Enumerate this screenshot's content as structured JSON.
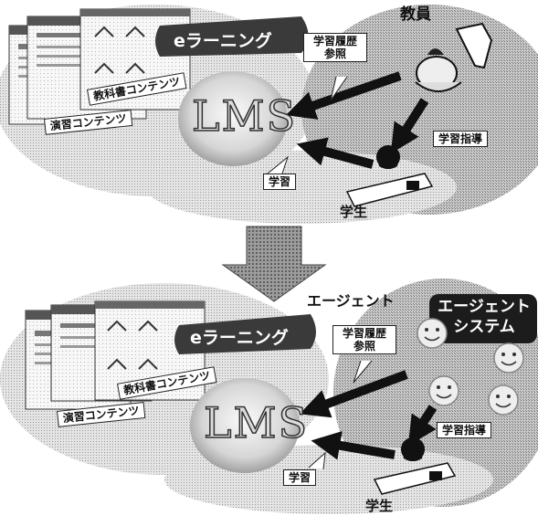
{
  "top_panel": {
    "banner": "eラーニング",
    "lms": "LMS",
    "content_textbook": "教科書コンテンツ",
    "content_exercise": "演習コンテンツ",
    "teacher": "教員",
    "bubble_history_line1": "学習履歴",
    "bubble_history_line2": "参照",
    "guidance": "学習指導",
    "learning": "学習",
    "student": "学生"
  },
  "bottom_panel": {
    "banner": "eラーニング",
    "lms": "LMS",
    "content_textbook": "教科書コンテンツ",
    "content_exercise": "演習コンテンツ",
    "agent": "エージェント",
    "agent_system_line1": "エージェント",
    "agent_system_line2": "システム",
    "bubble_history_line1": "学習履歴",
    "bubble_history_line2": "参照",
    "guidance": "学習指導",
    "learning": "学習",
    "student": "学生"
  },
  "colors": {
    "background_cloud": "#cfcfcf",
    "banner": "#3a3a3a",
    "arrow": "#1a1a1a",
    "big_arrow": "#7a7a7a"
  },
  "icons": {
    "transition": "down-arrow-icon",
    "agent": "smiley-face-icon",
    "teacher": "teacher-at-desk-icon",
    "student": "student-at-desk-icon"
  }
}
